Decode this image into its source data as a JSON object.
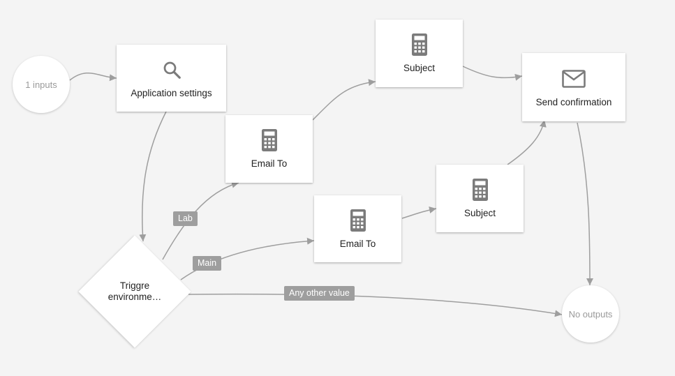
{
  "nodes": {
    "input": {
      "label": "1 inputs"
    },
    "app_settings": {
      "label": "Application settings",
      "icon": "search-icon"
    },
    "subject_top": {
      "label": "Subject",
      "icon": "calculator-icon"
    },
    "send_confirmation": {
      "label": "Send confirmation",
      "icon": "mail-icon"
    },
    "email_to_upper": {
      "label": "Email To",
      "icon": "calculator-icon"
    },
    "subject_mid": {
      "label": "Subject",
      "icon": "calculator-icon"
    },
    "email_to_lower": {
      "label": "Email To",
      "icon": "calculator-icon"
    },
    "trigger": {
      "label_line1": "Triggre",
      "label_line2": "environme…"
    },
    "output": {
      "label": "No outputs"
    }
  },
  "edge_labels": {
    "lab": "Lab",
    "main": "Main",
    "other": "Any other value"
  },
  "colors": {
    "background": "#f4f4f4",
    "edge": "#9e9e9e",
    "icon": "#7b7b7b",
    "edge_label_bg": "#9e9e9e"
  }
}
